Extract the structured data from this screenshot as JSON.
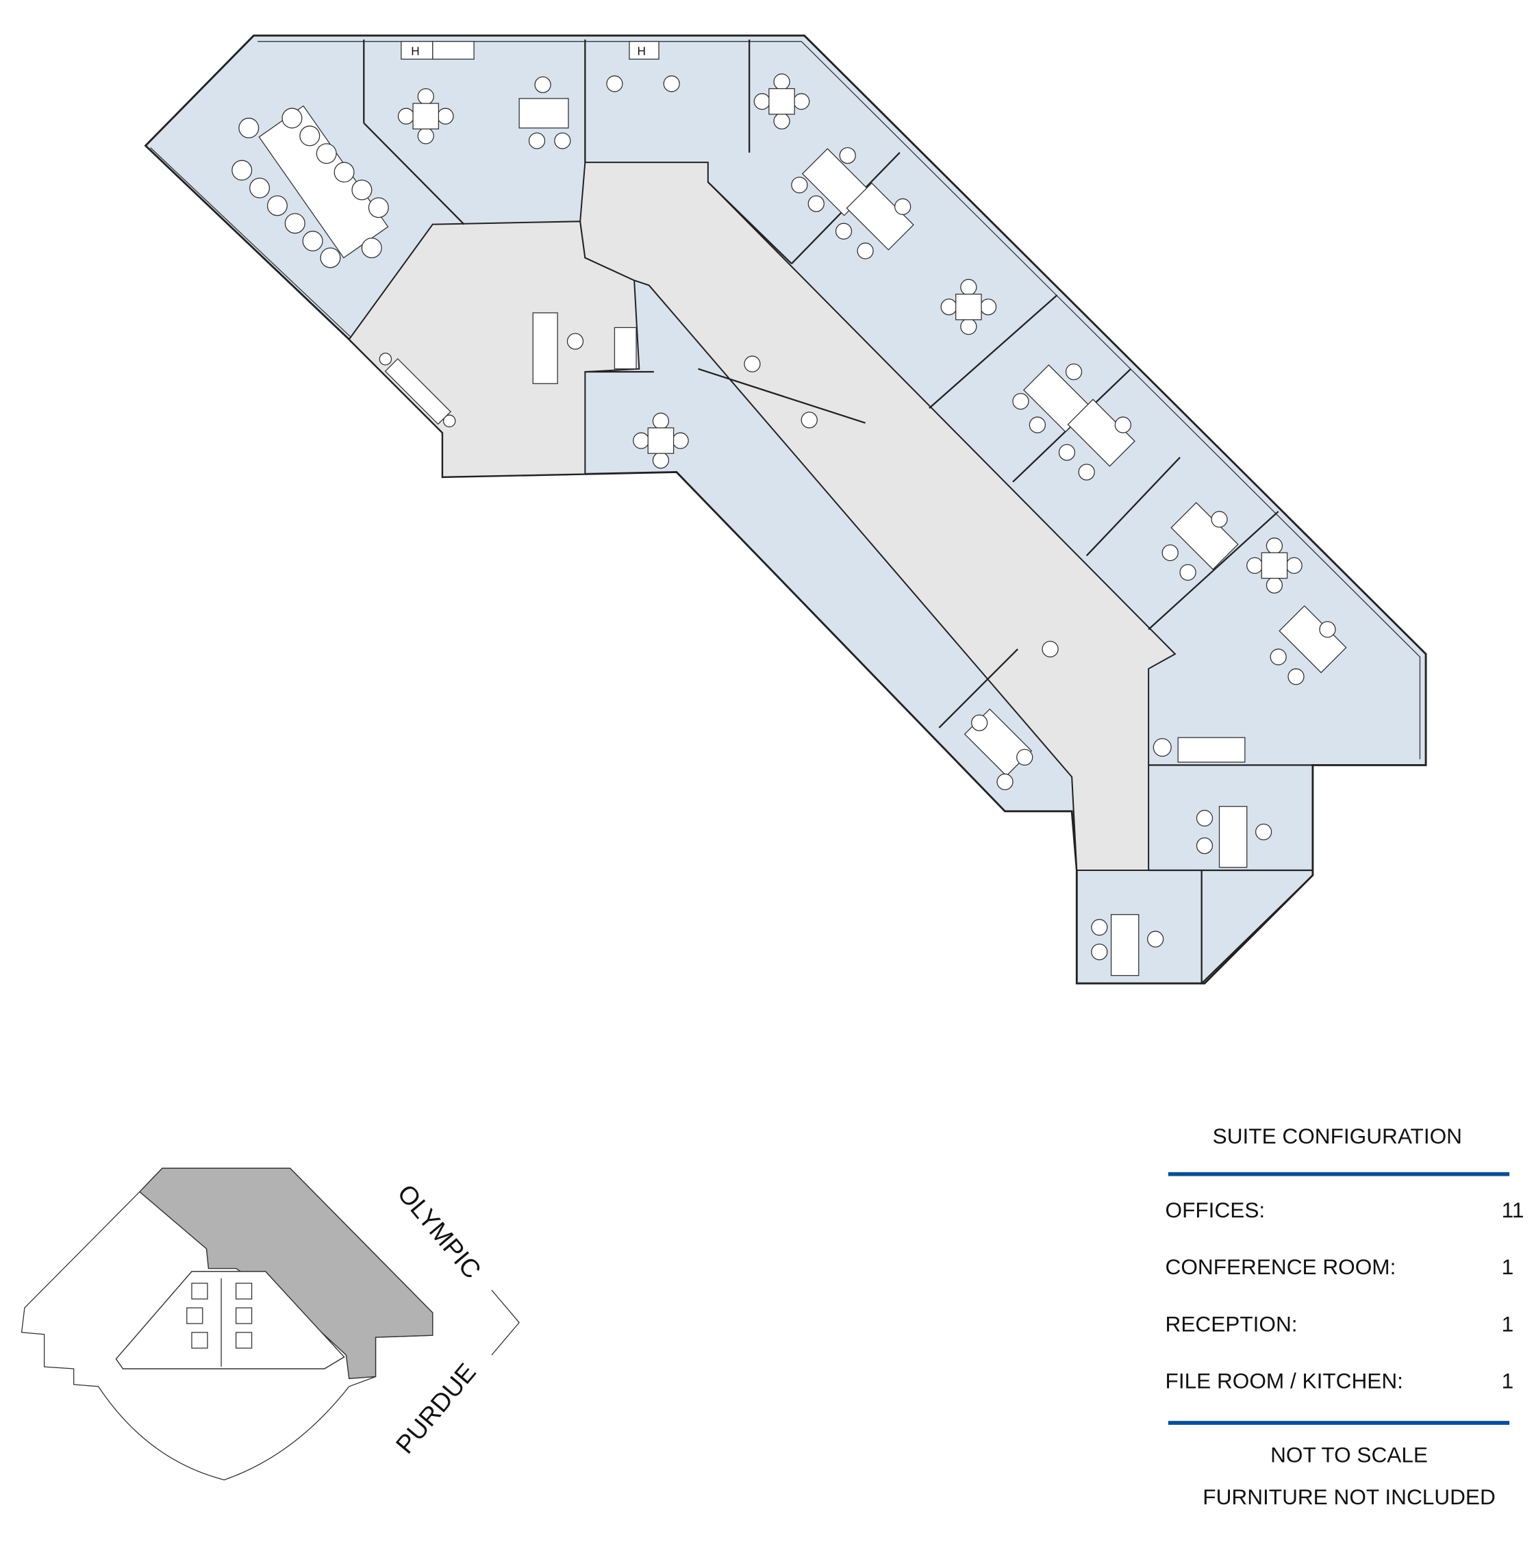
{
  "colors": {
    "office_fill": "#d9e3ee",
    "corridor_fill": "#e6e6e6",
    "key_plan_highlight": "#b2b2b2",
    "rule_color": "#0b4f92"
  },
  "key_plan": {
    "streets": [
      "OLYMPIC",
      "PURDUE"
    ]
  },
  "legend": {
    "title": "SUITE CONFIGURATION",
    "rows": [
      {
        "label": "OFFICES:",
        "value": "11"
      },
      {
        "label": "CONFERENCE ROOM:",
        "value": "1"
      },
      {
        "label": "RECEPTION:",
        "value": "1"
      },
      {
        "label": "FILE ROOM / KITCHEN:",
        "value": "1"
      }
    ],
    "notes": [
      "NOT TO SCALE",
      "FURNITURE NOT INCLUDED"
    ]
  }
}
